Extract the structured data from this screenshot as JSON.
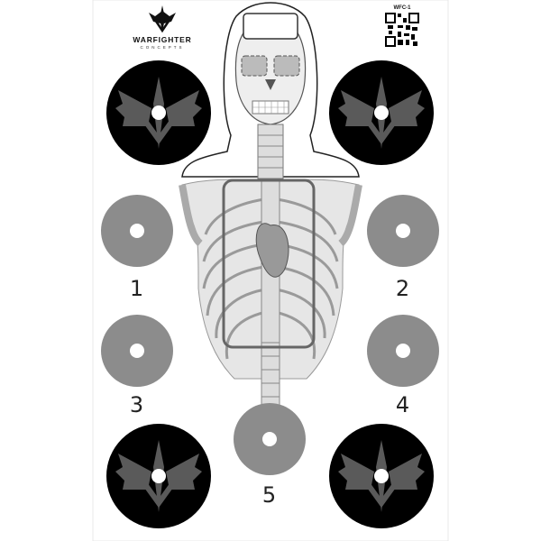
{
  "brand": {
    "name": "WARFIGHTER",
    "tagline": "CONCEPTS"
  },
  "target_code": "WFC-1",
  "targets": [
    {
      "label": "1"
    },
    {
      "label": "2"
    },
    {
      "label": "3"
    },
    {
      "label": "4"
    },
    {
      "label": "5"
    }
  ],
  "colors": {
    "black_target": "#000000",
    "gray_target": "#8c8c8c",
    "emblem": "#5a5a5a",
    "bone": "#d8d8d8",
    "outline": "#333333",
    "heart": "#999999"
  }
}
